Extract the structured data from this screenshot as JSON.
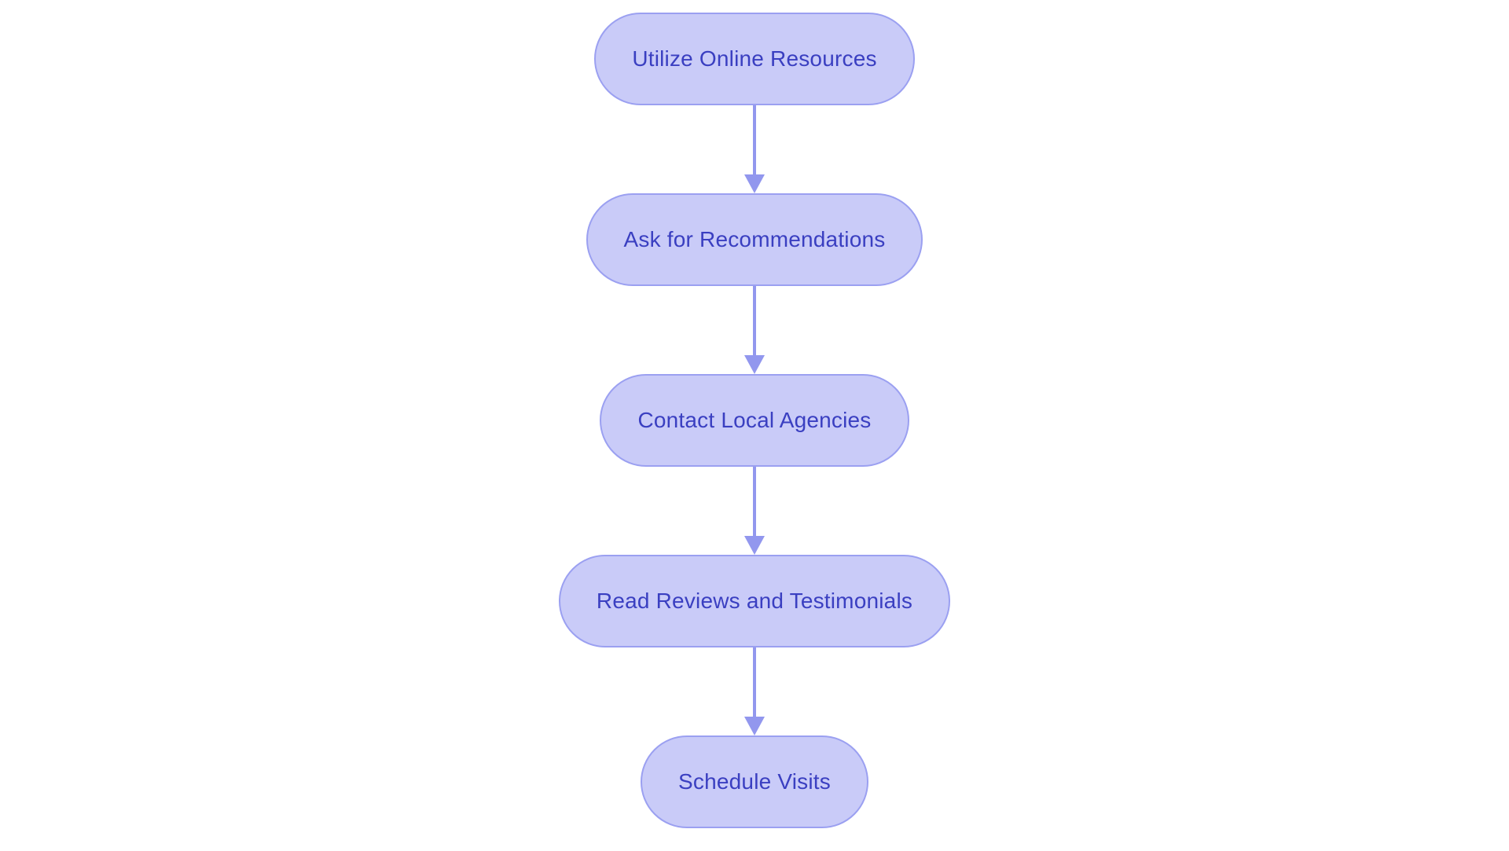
{
  "diagram": {
    "type": "flowchart",
    "direction": "top-down",
    "nodes": [
      {
        "id": "step-1",
        "label": "Utilize Online Resources"
      },
      {
        "id": "step-2",
        "label": "Ask for Recommendations"
      },
      {
        "id": "step-3",
        "label": "Contact Local Agencies"
      },
      {
        "id": "step-4",
        "label": "Read Reviews and Testimonials"
      },
      {
        "id": "step-5",
        "label": "Schedule Visits"
      }
    ],
    "edges": [
      {
        "from": "step-1",
        "to": "step-2"
      },
      {
        "from": "step-2",
        "to": "step-3"
      },
      {
        "from": "step-3",
        "to": "step-4"
      },
      {
        "from": "step-4",
        "to": "step-5"
      }
    ],
    "colors": {
      "node_fill": "#c9cbf8",
      "node_border": "#9ba0f1",
      "node_text": "#3a3fc1",
      "arrow": "#9297ee",
      "background": "#ffffff"
    }
  }
}
